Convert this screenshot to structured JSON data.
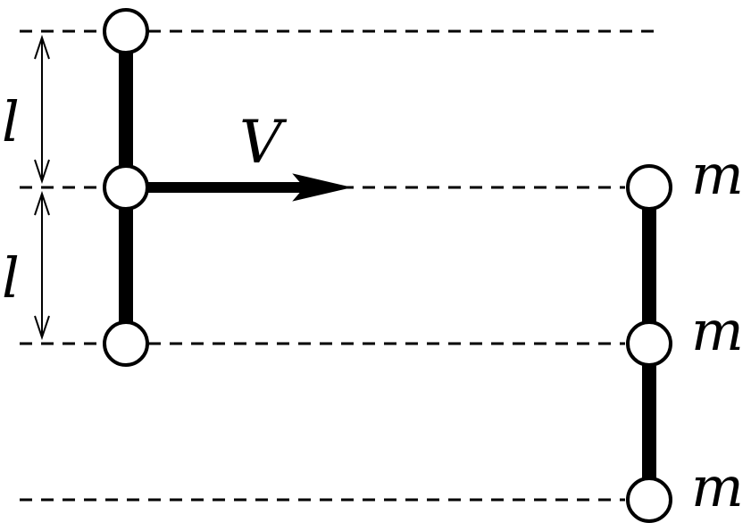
{
  "labels": {
    "length_upper": "l",
    "length_lower": "l",
    "velocity": "V",
    "mass_top": "m",
    "mass_middle": "m",
    "mass_bottom": "m"
  },
  "colors": {
    "ink": "#000000",
    "ball_fill": "#ffffff",
    "background": "#ffffff"
  }
}
